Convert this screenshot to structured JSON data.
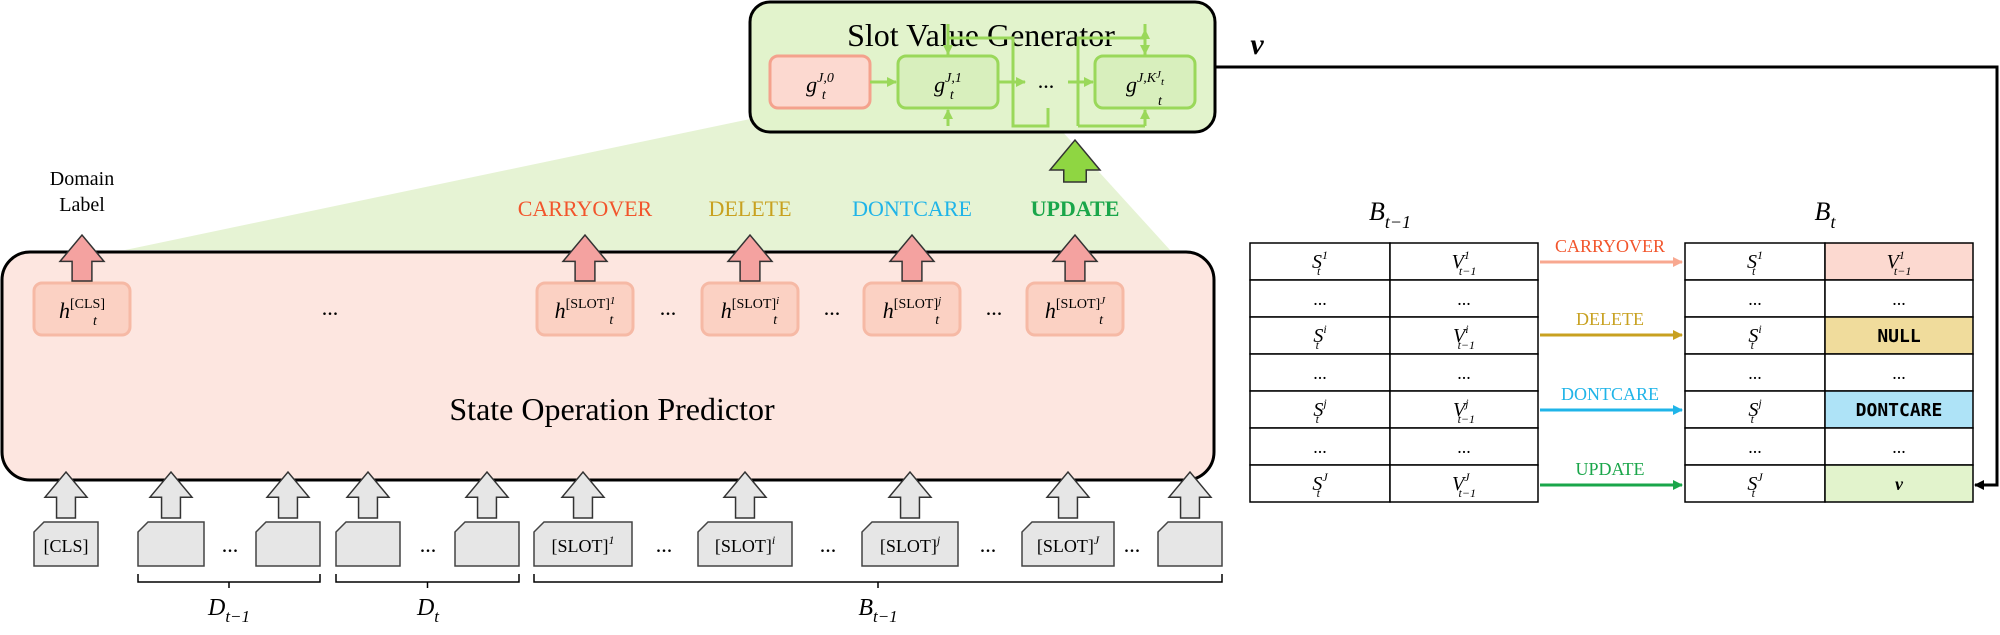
{
  "generator": {
    "title": "Slot Value Generator",
    "cells": [
      {
        "base": "g",
        "sub": "t",
        "sup": "J,0"
      },
      {
        "base": "g",
        "sub": "t",
        "sup": "J,1"
      },
      {
        "text": "..."
      },
      {
        "base": "g",
        "sub": "t",
        "sup": "J,K",
        "sup2": "J",
        "sub2": "t"
      }
    ],
    "output_symbol": "v"
  },
  "predictor": {
    "title": "State Operation Predictor",
    "domain_label": [
      "Domain",
      "Label"
    ],
    "hidden": [
      {
        "base": "h",
        "sub": "t",
        "sup": "[CLS]"
      },
      {
        "text": "..."
      },
      {
        "base": "h",
        "sub": "t",
        "sup": "[SLOT]",
        "sup2": "1"
      },
      {
        "text": "..."
      },
      {
        "base": "h",
        "sub": "t",
        "sup": "[SLOT]",
        "sup2": "i"
      },
      {
        "text": "..."
      },
      {
        "base": "h",
        "sub": "t",
        "sup": "[SLOT]",
        "sup2": "j"
      },
      {
        "text": "..."
      },
      {
        "base": "h",
        "sub": "t",
        "sup": "[SLOT]",
        "sup2": "J"
      }
    ],
    "operations": [
      {
        "label": "CARRYOVER",
        "color": "#f2552c"
      },
      {
        "label": "DELETE",
        "color": "#c8a120"
      },
      {
        "label": "DONTCARE",
        "color": "#1fb4e8"
      },
      {
        "label": "UPDATE",
        "color": "#1aa64a"
      }
    ]
  },
  "inputs": {
    "tokens": [
      {
        "label": "[CLS]"
      },
      {
        "label": ""
      },
      {
        "label": "..."
      },
      {
        "label": ""
      },
      {
        "label": ""
      },
      {
        "label": "..."
      },
      {
        "label": ""
      },
      {
        "label": "[SLOT]",
        "sup": "1"
      },
      {
        "label": "..."
      },
      {
        "label": "[SLOT]",
        "sup": "i"
      },
      {
        "label": "..."
      },
      {
        "label": "[SLOT]",
        "sup": "j"
      },
      {
        "label": "..."
      },
      {
        "label": "[SLOT]",
        "sup": "J"
      },
      {
        "label": "..."
      },
      {
        "label": ""
      }
    ],
    "groups": [
      {
        "base": "D",
        "sub": "t−1"
      },
      {
        "base": "D",
        "sub": "t"
      },
      {
        "base": "B",
        "sub": "t−1"
      }
    ]
  },
  "belief_prev": {
    "title": {
      "base": "B",
      "sub": "t−1"
    },
    "rows": [
      [
        {
          "base": "S",
          "sub": "t",
          "sup": "1"
        },
        {
          "base": "V",
          "sub": "t−1",
          "sup": "1"
        }
      ],
      [
        {
          "text": "..."
        },
        {
          "text": "..."
        }
      ],
      [
        {
          "base": "S",
          "sub": "t",
          "sup": "i"
        },
        {
          "base": "V",
          "sub": "t−1",
          "sup": "i"
        }
      ],
      [
        {
          "text": "..."
        },
        {
          "text": "..."
        }
      ],
      [
        {
          "base": "S",
          "sub": "t",
          "sup": "j"
        },
        {
          "base": "V",
          "sub": "t−1",
          "sup": "j"
        }
      ],
      [
        {
          "text": "..."
        },
        {
          "text": "..."
        }
      ],
      [
        {
          "base": "S",
          "sub": "t",
          "sup": "J"
        },
        {
          "base": "V",
          "sub": "t−1",
          "sup": "J"
        }
      ]
    ]
  },
  "belief_curr": {
    "title": {
      "base": "B",
      "sub": "t"
    },
    "rows": [
      [
        {
          "base": "S",
          "sub": "t",
          "sup": "1"
        },
        {
          "base": "V",
          "sub": "t−1",
          "sup": "1"
        }
      ],
      [
        {
          "text": "..."
        },
        {
          "text": "..."
        }
      ],
      [
        {
          "base": "S",
          "sub": "t",
          "sup": "i"
        },
        {
          "text": "NULL",
          "mono": true
        }
      ],
      [
        {
          "text": "..."
        },
        {
          "text": "..."
        }
      ],
      [
        {
          "base": "S",
          "sub": "t",
          "sup": "j"
        },
        {
          "text": "DONTCARE",
          "mono": true
        }
      ],
      [
        {
          "text": "..."
        },
        {
          "text": "..."
        }
      ],
      [
        {
          "base": "S",
          "sub": "t",
          "sup": "J"
        },
        {
          "text": "v",
          "bold": true
        }
      ]
    ],
    "value_fills": [
      "#fcd9d0",
      "#ffffff",
      "#f0dc9c",
      "#ffffff",
      "#aee3f7",
      "#ffffff",
      "#e2f3cc"
    ]
  },
  "transitions": [
    {
      "label": "CARRYOVER",
      "color": "#f8a890",
      "textcolor": "#f2552c"
    },
    {
      "label": "DELETE",
      "color": "#c8a120",
      "textcolor": "#c8a120"
    },
    {
      "label": "DONTCARE",
      "color": "#1fb4e8",
      "textcolor": "#1fb4e8"
    },
    {
      "label": "UPDATE",
      "color": "#1aa64a",
      "textcolor": "#1aa64a"
    }
  ]
}
